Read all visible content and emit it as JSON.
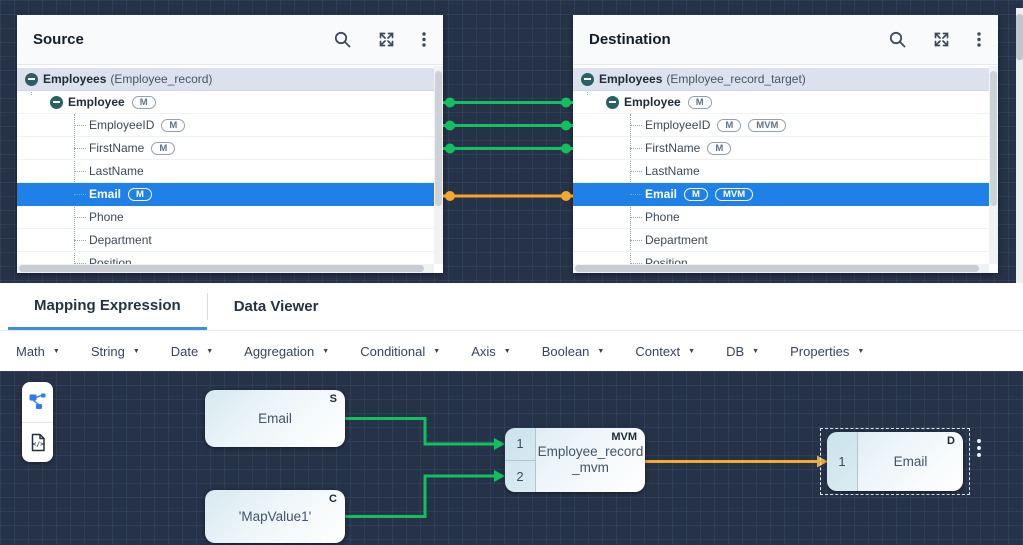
{
  "colors": {
    "canvas_bg": "#263247",
    "connector_green": "#12c15d",
    "connector_orange": "#f5a72e",
    "selected_row_blue": "#1f80e8",
    "active_tab_underline": "#3e8ede",
    "expander_teal": "#2a6065"
  },
  "source_panel": {
    "title": "Source",
    "root_label": "Employees",
    "root_suffix": "(Employee_record)",
    "rows": [
      {
        "label": "Employee",
        "badges": [
          "M"
        ]
      },
      {
        "label": "EmployeeID",
        "badges": [
          "M"
        ]
      },
      {
        "label": "FirstName",
        "badges": [
          "M"
        ]
      },
      {
        "label": "LastName",
        "badges": []
      },
      {
        "label": "Email",
        "badges": [
          "M"
        ],
        "selected": true
      },
      {
        "label": "Phone",
        "badges": []
      },
      {
        "label": "Department",
        "badges": []
      },
      {
        "label": "Position",
        "badges": []
      }
    ]
  },
  "destination_panel": {
    "title": "Destination",
    "root_label": "Employees",
    "root_suffix": "(Employee_record_target)",
    "rows": [
      {
        "label": "Employee",
        "badges": [
          "M"
        ]
      },
      {
        "label": "EmployeeID",
        "badges": [
          "M",
          "MVM"
        ]
      },
      {
        "label": "FirstName",
        "badges": [
          "M"
        ]
      },
      {
        "label": "LastName",
        "badges": []
      },
      {
        "label": "Email",
        "badges": [
          "M",
          "MVM"
        ],
        "selected": true
      },
      {
        "label": "Phone",
        "badges": []
      },
      {
        "label": "Department",
        "badges": []
      },
      {
        "label": "Position",
        "badges": []
      }
    ]
  },
  "bottom": {
    "tabs": [
      {
        "label": "Mapping Expression",
        "active": true
      },
      {
        "label": "Data Viewer",
        "active": false
      }
    ],
    "menus": [
      "Math",
      "String",
      "Date",
      "Aggregation",
      "Conditional",
      "Axis",
      "Boolean",
      "Context",
      "DB",
      "Properties"
    ]
  },
  "expression_canvas": {
    "nodes": [
      {
        "id": "source-email",
        "label": "Email",
        "corner": "S"
      },
      {
        "id": "constant-mapvalue",
        "label": "'MapValue1'",
        "corner": "C"
      },
      {
        "id": "mvm-map",
        "label_line1": "Employee_record",
        "label_line2": "_mvm",
        "corner": "MVM",
        "ports": [
          "1",
          "2"
        ]
      },
      {
        "id": "destination-email",
        "label": "Email",
        "corner": "D",
        "ports": [
          "1"
        ],
        "selected": true
      }
    ]
  }
}
